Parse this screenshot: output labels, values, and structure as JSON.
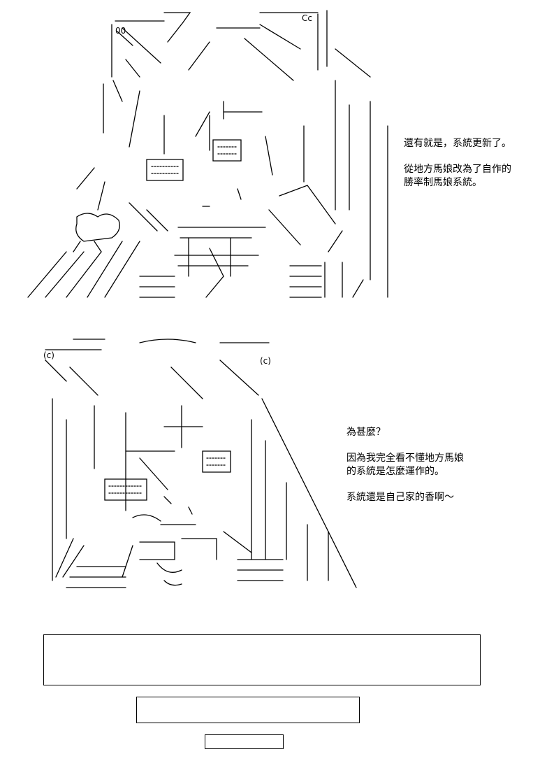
{
  "panel1": {
    "dialogue": [
      "還有就是，系統更新了。",
      "",
      "從地方馬娘改為了自作的",
      "勝率制馬娘系統。"
    ]
  },
  "panel2": {
    "dialogue": [
      "為甚麼？",
      "",
      "因為我完全看不懂地方馬娘",
      "的系統是怎麼運作的。",
      "",
      "系統還是自己家的香啊～"
    ]
  },
  "colors": {
    "ink": "#000000",
    "paper": "#ffffff"
  }
}
